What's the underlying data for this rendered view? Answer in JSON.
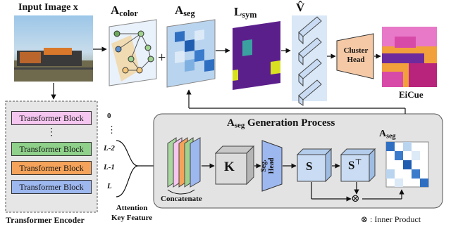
{
  "input_label": "Input Image x",
  "encoder": {
    "title": "Transformer Encoder",
    "blocks": [
      "Transformer Block",
      "Transformer Block",
      "Transformer Block",
      "Transformer Block"
    ],
    "layer_labels": [
      "0",
      "L-2",
      "L-1",
      "L"
    ],
    "dots": "⋮",
    "attention_label": "Attention\nKey Feature"
  },
  "top": {
    "a_color": "A",
    "a_color_sub": "color",
    "a_seg": "A",
    "a_seg_sub": "seg",
    "l_sym": "L",
    "l_sym_sub": "sym",
    "v_hat": "V̂",
    "plus": "+",
    "cluster_head": "Cluster\nHead",
    "output_label": "EiCue"
  },
  "process": {
    "title_main": "A",
    "title_sub": "seg",
    "title_rest": " Generation Process",
    "concatenate": "Concatenate",
    "k": "K",
    "seg_head": "Seg.\nHead",
    "s": "S",
    "st": "S",
    "st_sup": "⊤",
    "a_seg": "A",
    "a_seg_sub": "seg",
    "otimes": "⊗"
  },
  "footnote": "⊗ : Inner Product",
  "colors": {
    "block_pink": "#f5c6f0",
    "block_green": "#8fd18a",
    "block_orange": "#f5a35a",
    "block_blue": "#9db7ef",
    "panel_gray": "#e6e6e6",
    "cube_blue": "#c9dcf3",
    "cluster_head": "#f5c9a6",
    "vhat_panel": "#d9e7f7"
  }
}
